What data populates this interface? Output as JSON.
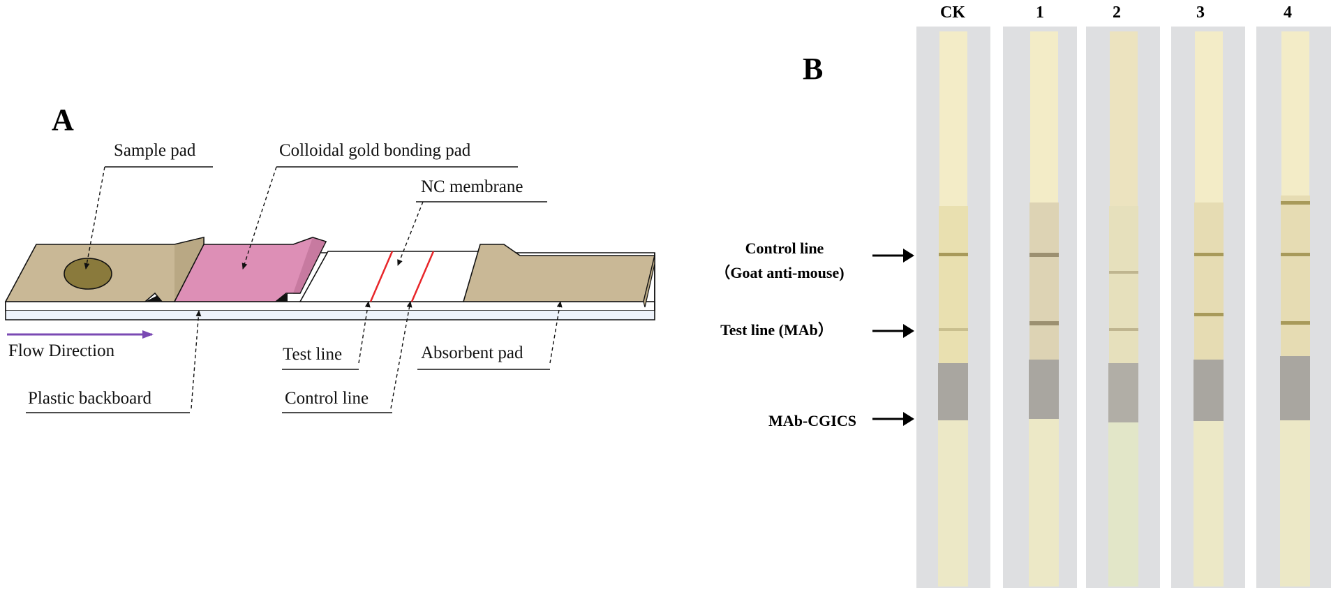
{
  "panel_a": {
    "panel_label": "A",
    "labels": {
      "sample_pad": "Sample pad",
      "gold_pad": "Colloidal gold bonding pad",
      "nc_membrane": "NC membrane",
      "flow_direction": "Flow Direction",
      "test_line": "Test line",
      "absorbent_pad": "Absorbent pad",
      "plastic_backboard": "Plastic backboard",
      "control_line": "Control line"
    },
    "colors": {
      "pad_tan": "#c9b896",
      "gold_pink": "#dd8fb6",
      "sample_well": "#8a7a3c",
      "reaction_lines": "#e8262a",
      "flow_arrow": "#7a49b3"
    }
  },
  "panel_b": {
    "panel_label": "B",
    "strip_labels": [
      "CK",
      "1",
      "2",
      "3",
      "4"
    ],
    "side_labels": {
      "control_line_1": "Control line",
      "control_line_2": "（Goat anti-mouse)",
      "test_line": "Test line (MAb）",
      "mab_cgics": "MAb-CGICS"
    },
    "colors": {
      "photo_background": "#dedfe1",
      "top_pad": "#f3ecc7",
      "membrane": "#e9e0b0",
      "conjugate_pad": "#a9a6a0",
      "sample_pad": "#ece8c6"
    }
  }
}
